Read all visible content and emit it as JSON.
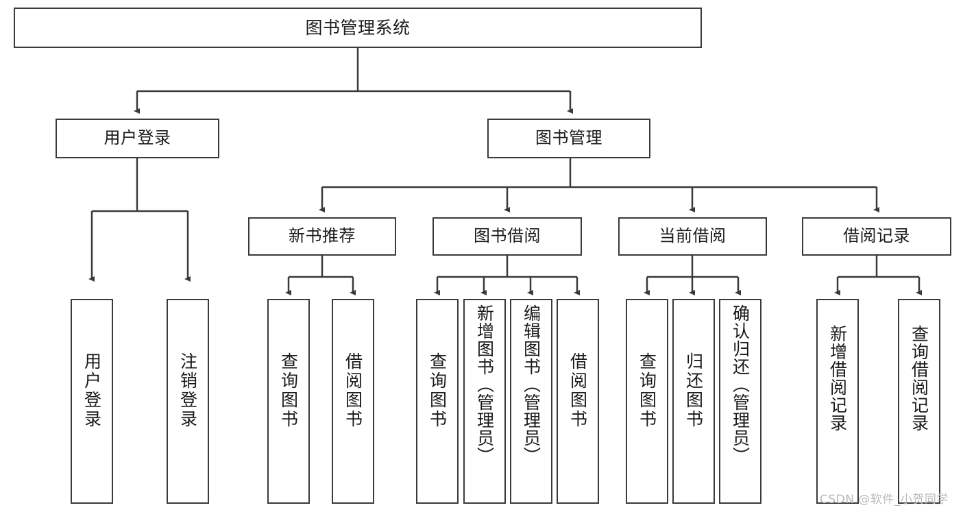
{
  "diagram": {
    "type": "tree-hierarchy-chart",
    "title": "图书管理系统",
    "root": {
      "id": "root",
      "label": "图书管理系统"
    },
    "level2": [
      {
        "id": "user-login",
        "label": "用户登录"
      },
      {
        "id": "book-manage",
        "label": "图书管理"
      }
    ],
    "level3": [
      {
        "id": "new-book-rec",
        "label": "新书推荐",
        "parent": "book-manage"
      },
      {
        "id": "book-borrow",
        "label": "图书借阅",
        "parent": "book-manage"
      },
      {
        "id": "current-borrow",
        "label": "当前借阅",
        "parent": "book-manage"
      },
      {
        "id": "borrow-record",
        "label": "借阅记录",
        "parent": "book-manage"
      }
    ],
    "leaves": [
      {
        "id": "leaf-user-login",
        "label": "用户登录",
        "parent": "user-login"
      },
      {
        "id": "leaf-logout",
        "label": "注销登录",
        "parent": "user-login"
      },
      {
        "id": "leaf-query-book-1",
        "label": "查询图书",
        "parent": "new-book-rec"
      },
      {
        "id": "leaf-borrow-book-1",
        "label": "借阅图书",
        "parent": "new-book-rec"
      },
      {
        "id": "leaf-query-book-2",
        "label": "查询图书",
        "parent": "book-borrow"
      },
      {
        "id": "leaf-add-book",
        "label": "新增图书（管理员）",
        "parent": "book-borrow"
      },
      {
        "id": "leaf-edit-book",
        "label": "编辑图书（管理员）",
        "parent": "book-borrow"
      },
      {
        "id": "leaf-borrow-book-2",
        "label": "借阅图书",
        "parent": "book-borrow"
      },
      {
        "id": "leaf-query-book-3",
        "label": "查询图书",
        "parent": "current-borrow"
      },
      {
        "id": "leaf-return-book",
        "label": "归还图书",
        "parent": "current-borrow"
      },
      {
        "id": "leaf-confirm-return",
        "label": "确认归还（管理员）",
        "parent": "current-borrow"
      },
      {
        "id": "leaf-add-record",
        "label": "新增借阅记录",
        "parent": "borrow-record"
      },
      {
        "id": "leaf-query-record",
        "label": "查询借阅记录",
        "parent": "borrow-record"
      }
    ],
    "watermark": "CSDN @软件_小贺同学",
    "colors": {
      "stroke": "#3a3a3a",
      "background": "#ffffff",
      "text": "#1a1a1a",
      "watermark": "#b9b9b9"
    }
  }
}
